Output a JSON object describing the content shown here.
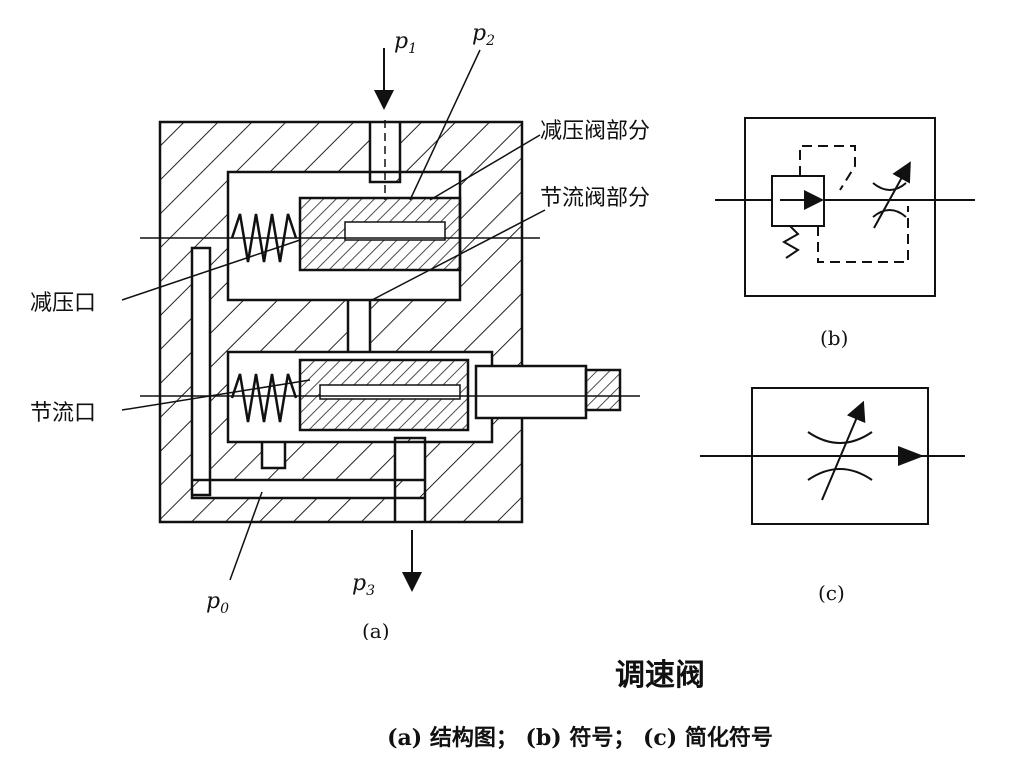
{
  "labels": {
    "p1": "p",
    "p1_sub": "1",
    "p2": "p",
    "p2_sub": "2",
    "p3": "p",
    "p3_sub": "3",
    "p0": "p",
    "p0_sub": "0",
    "reducing_valve_part": "减压阀部分",
    "throttle_valve_part": "节流阀部分",
    "reducing_port": "减压口",
    "throttle_port": "节流口",
    "fig_a": "(a)",
    "fig_b": "(b)",
    "fig_c": "(c)"
  },
  "caption": {
    "title": "调速阀",
    "line": "(a) 结构图； (b) 符号； (c) 简化符号"
  }
}
